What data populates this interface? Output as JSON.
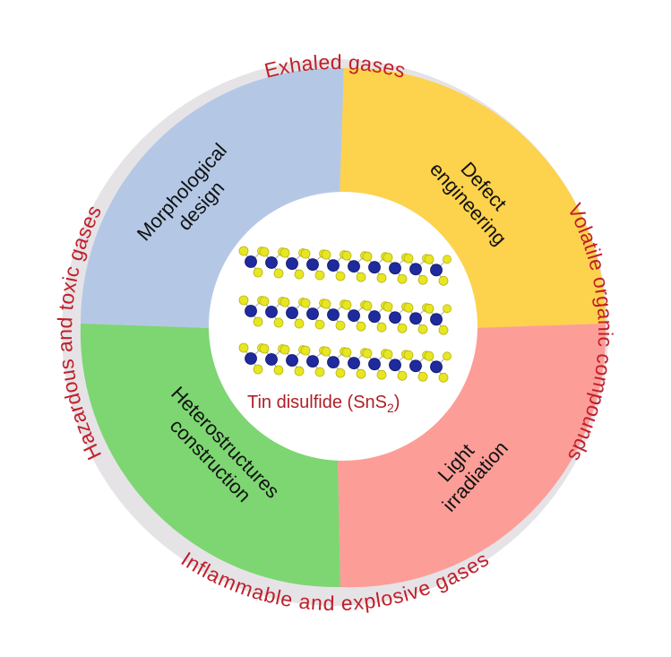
{
  "ring_labels": {
    "top": "Exhaled gases",
    "right": "Volatile organic compounds",
    "bottom": "Inflammable and explosive gases",
    "left": "Hazardous and toxic gases"
  },
  "quadrants": {
    "top_left": {
      "line1": "Morphological",
      "line2": "design"
    },
    "top_right": {
      "line1": "Defect",
      "line2": "engineering"
    },
    "bottom_left": {
      "line1": "Heterostructures",
      "line2": "construction"
    },
    "bottom_right": {
      "line1": "Light",
      "line2": "irradiation"
    }
  },
  "center": {
    "label_main": "Tin disulfide (SnS",
    "label_sub": "2",
    "label_end": ")"
  },
  "colors": {
    "ring": "#e6e3e7",
    "top_left": "#b4c8e6",
    "top_right": "#fdd24c",
    "bottom_left": "#7dd672",
    "bottom_right": "#fd9d97",
    "center": "#ffffff",
    "tin_atom": "#1e2a9e",
    "sulfur_atom": "#e7e623",
    "ring_text": "#c0202a",
    "center_text": "#b01e25"
  }
}
